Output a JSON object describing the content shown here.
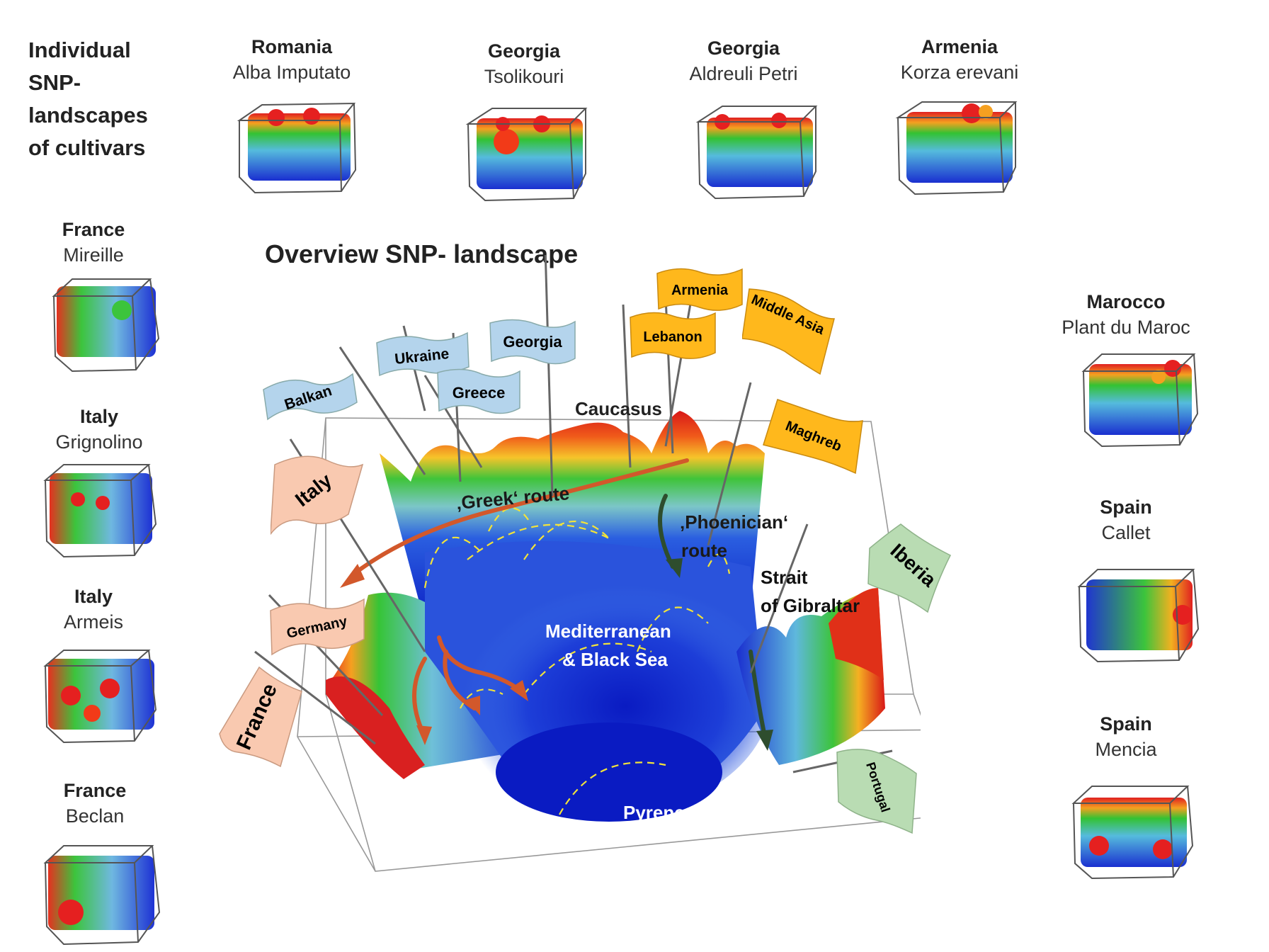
{
  "heading": [
    "Individual",
    "SNP-",
    "landscapes",
    "of cultivars"
  ],
  "overview_title": "Overview SNP- landscape",
  "cultivars": [
    {
      "country": "Romania",
      "name": "Alba Imputato"
    },
    {
      "country": "Georgia",
      "name": "Tsolikouri"
    },
    {
      "country": "Georgia",
      "name": "Aldreuli Petri"
    },
    {
      "country": "Armenia",
      "name": "Korza erevani"
    },
    {
      "country": "France",
      "name": "Mireille"
    },
    {
      "country": "Italy",
      "name": "Grignolino"
    },
    {
      "country": "Italy",
      "name": "Armeis"
    },
    {
      "country": "France",
      "name": "Beclan"
    },
    {
      "country": "Marocco",
      "name": "Plant du Maroc"
    },
    {
      "country": "Spain",
      "name": "Callet"
    },
    {
      "country": "Spain",
      "name": "Mencia"
    }
  ],
  "flags": {
    "blue": [
      "Balkan",
      "Ukraine",
      "Georgia",
      "Greece"
    ],
    "orange": [
      "Armenia",
      "Lebanon",
      "Middle Asia",
      "Maghreb"
    ],
    "pink": [
      "Italy",
      "Germany",
      "France"
    ],
    "green": [
      "Iberia",
      "Portugal"
    ]
  },
  "labels": {
    "caucasus": "Caucasus",
    "greek_route": "‚Greek‘ route",
    "phoenician_route_1": "‚Phoenician‘",
    "phoenician_route_2": "route",
    "strait_1": "Strait",
    "strait_2": "of Gibraltar",
    "sea_1": "Mediterranean",
    "sea_2": "& Black Sea",
    "pyrenees": "Pyrenees"
  },
  "colors": {
    "flag_blue": "#b4d4ec",
    "flag_orange": "#ffb81c",
    "flag_pink": "#f9c9b0",
    "flag_green": "#b9dcb3",
    "greek_route_arrow": "#d2582b",
    "phoenician_route_arrow": "#2e4d2e",
    "ridge_line": "#f2e33a"
  }
}
